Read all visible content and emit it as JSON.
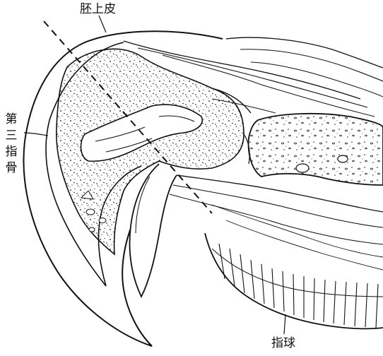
{
  "figure": {
    "labels": {
      "top": "胚上皮",
      "left": "第\n三\n指\n骨",
      "bottom": "指球"
    },
    "colors": {
      "ink": "#111111",
      "background": "#ffffff"
    }
  }
}
